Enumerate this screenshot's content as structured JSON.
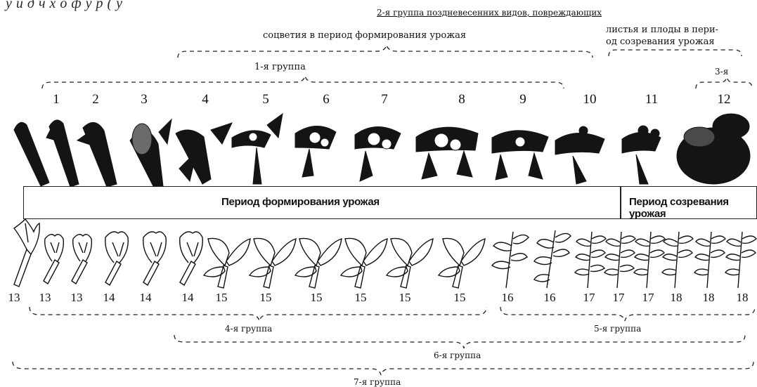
{
  "top_cut_text": "у и д  ч  х  о ф  у р  ( у",
  "groups": {
    "g2_title": "2-я группа поздневесенних видов, повреждающих",
    "g2_left": "соцветия в период формирования урожая",
    "g2_right_line1": "листья и плоды в пери-",
    "g2_right_line2": "од созревания урожая",
    "g1": "1-я группа",
    "g3": "3-я",
    "g4": "4-я группа",
    "g5": "5-я группа",
    "g6": "6-я группа",
    "g7": "7-я группа"
  },
  "phases_top": [
    "1",
    "2",
    "3",
    "4",
    "5",
    "6",
    "7",
    "8",
    "9",
    "10",
    "11",
    "12"
  ],
  "periods": {
    "formation": "Период формирования урожая",
    "ripening": "Период созревания урожая"
  },
  "phases_bottom": [
    "13",
    "13",
    "13",
    "14",
    "14",
    "14",
    "15",
    "15",
    "15",
    "15",
    "15",
    "15",
    "16",
    "16",
    "17",
    "17",
    "17",
    "18",
    "18",
    "18"
  ]
}
